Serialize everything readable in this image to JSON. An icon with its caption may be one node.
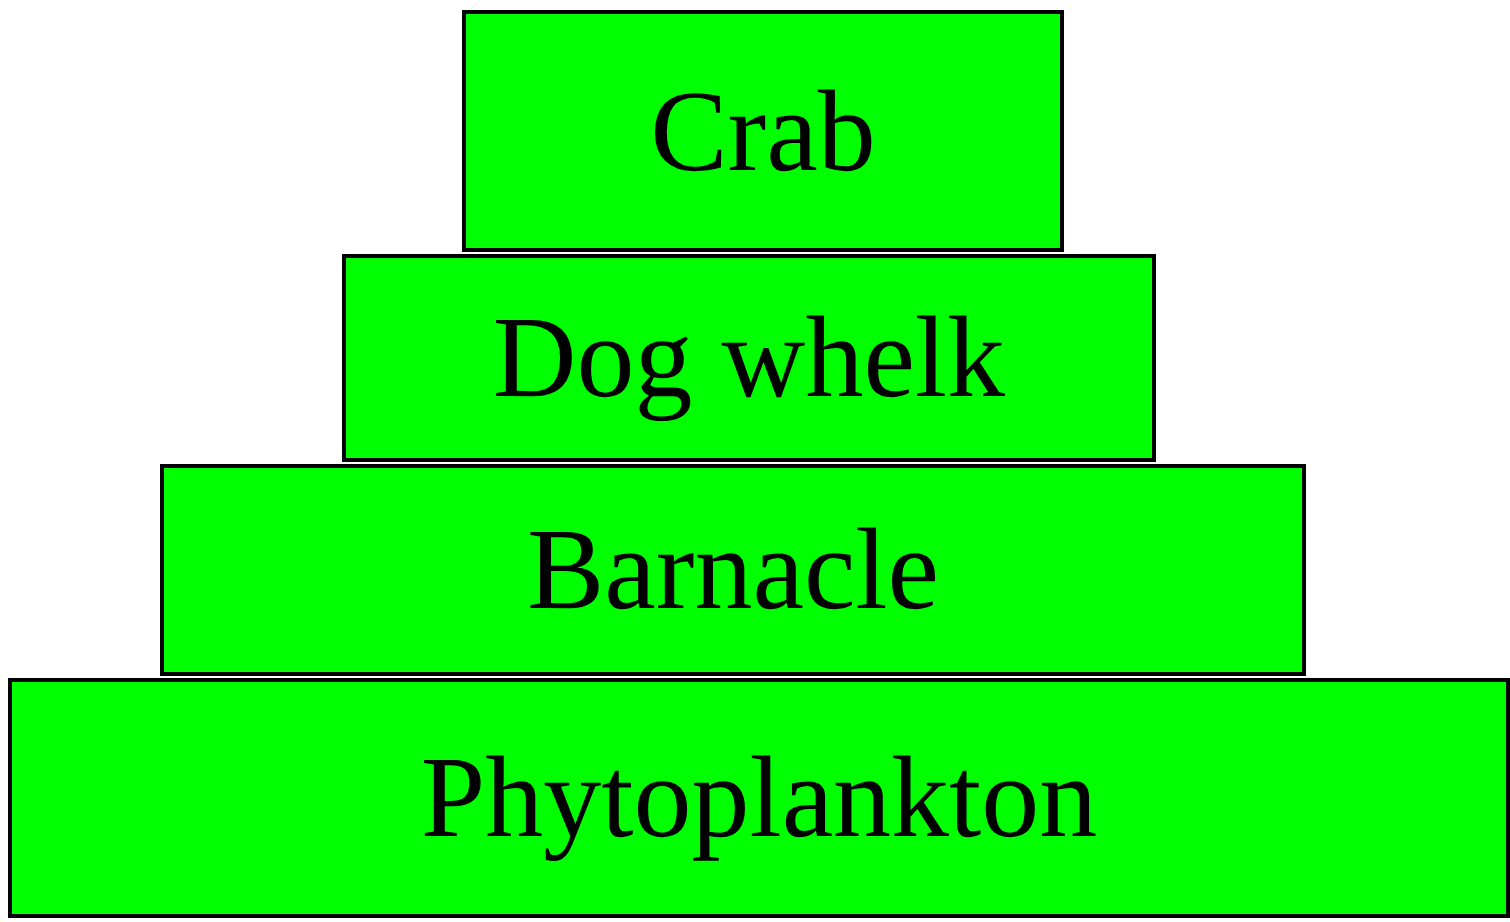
{
  "diagram": {
    "nodes": [
      {
        "text": [
          "Crab"
        ]
      },
      {
        "text": [
          "Dog whelk"
        ]
      },
      {
        "text": [
          "Barnacle"
        ]
      },
      {
        "text": [
          "Phytoplankton"
        ]
      }
    ]
  }
}
